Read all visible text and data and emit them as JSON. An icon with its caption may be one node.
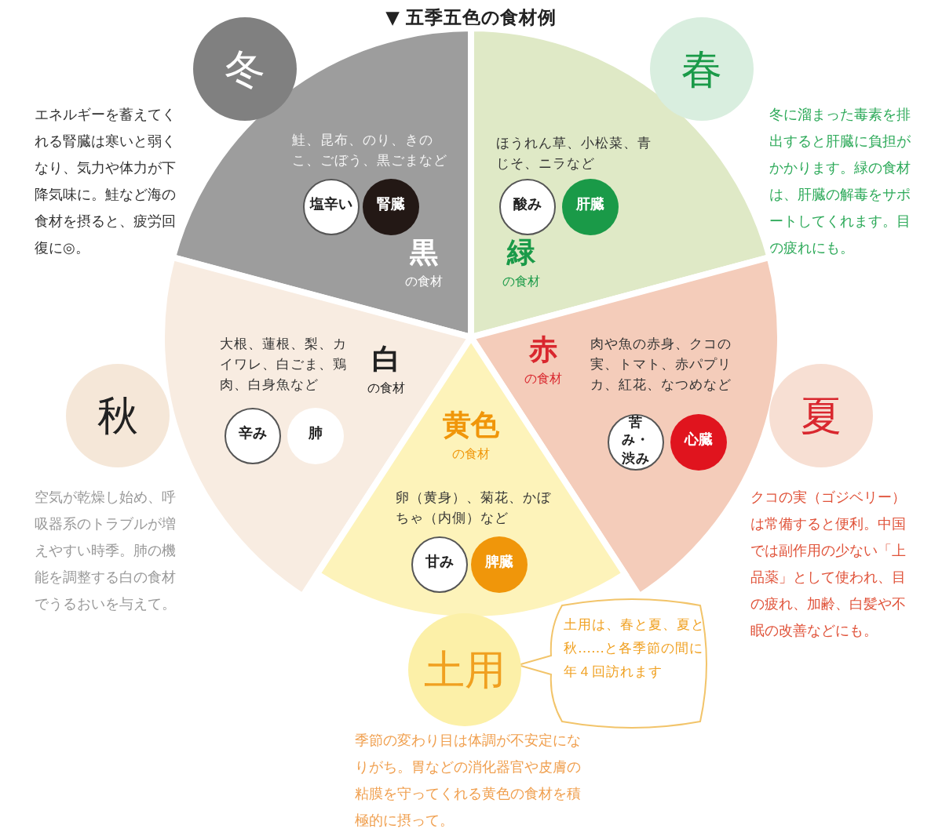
{
  "diagram": {
    "title": "▼ 五季五色の食材例",
    "nodes": [
      {
        "text": [
          "冬"
        ],
        "beside": [
          "エネルギーを蓄えてくれる腎臓は寒いと弱くなり、気力や体力が下降気味に。鮭など海の食材を摂ると、疲労回復に◎。"
        ]
      },
      {
        "text": [
          "鮭、昆布、のり、きのこ、ごぼう、黒ごまなど",
          "黒",
          "の食材"
        ]
      },
      {
        "text": [
          "塩辛い"
        ],
        "in": 1
      },
      {
        "text": [
          "腎臓"
        ],
        "in": 1
      },
      {
        "text": [
          "春"
        ],
        "beside": [
          "冬に溜まった毒素を排出すると肝臓に負担がかかります。緑の食材は、肝臓の解毒をサポートしてくれます。目の疲れにも。"
        ]
      },
      {
        "text": [
          "ほうれん草、小松菜、青じそ、ニラなど",
          "緑",
          "の食材"
        ]
      },
      {
        "text": [
          "酸み"
        ],
        "in": 5
      },
      {
        "text": [
          "肝臓"
        ],
        "in": 5
      },
      {
        "text": [
          "大根、蓮根、梨、カイワレ、白ごま、鶏肉、白身魚など",
          "白",
          "の食材"
        ]
      },
      {
        "text": [
          "辛み"
        ],
        "in": 8
      },
      {
        "text": [
          "肺"
        ],
        "in": 8
      },
      {
        "text": [
          "赤",
          "の食材",
          "肉や魚の赤身、クコの実、トマト、赤パプリカ、紅花、なつめなど"
        ]
      },
      {
        "text": [
          "苦み・渋み"
        ],
        "in": 11
      },
      {
        "text": [
          "心臓"
        ],
        "in": 11
      },
      {
        "text": [
          "夏"
        ],
        "beside": [
          "クコの実（ゴジベリー）は常備すると便利。中国では副作用の少ない「上品薬」として使われ、目の疲れ、加齢、白髪や不眠の改善などにも。"
        ]
      },
      {
        "text": [
          "秋"
        ],
        "beside": [
          "空気が乾燥し始め、呼吸器系のトラブルが増えやすい時季。肺の機能を調整する白の食材でうるおいを与えて。"
        ]
      },
      {
        "text": [
          "黄色",
          "の食材",
          "卵（黄身）、菊花、かぼちゃ（内側）など"
        ]
      },
      {
        "text": [
          "甘み"
        ],
        "in": 16
      },
      {
        "text": [
          "脾臓"
        ],
        "in": 16
      },
      {
        "text": [
          "土用"
        ],
        "beside": [
          "季節の変わり目は体調が不安定になりがち。胃などの消化器官や皮膚の粘膜を守ってくれる黄色の食材を積極的に摂って。"
        ]
      },
      {
        "text": [
          "土用は、春と夏、夏と秋……と各季節の間に年４回訪れます"
        ]
      }
    ]
  }
}
